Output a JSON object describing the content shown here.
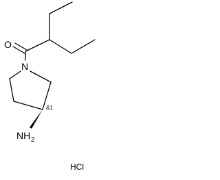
{
  "molecule": {
    "atoms": {
      "oxygen": "O",
      "nitrogen": "N",
      "amine_n": "NH",
      "amine_h_count": "2"
    },
    "stereo_annotation": "&1",
    "salt": "HCl"
  }
}
